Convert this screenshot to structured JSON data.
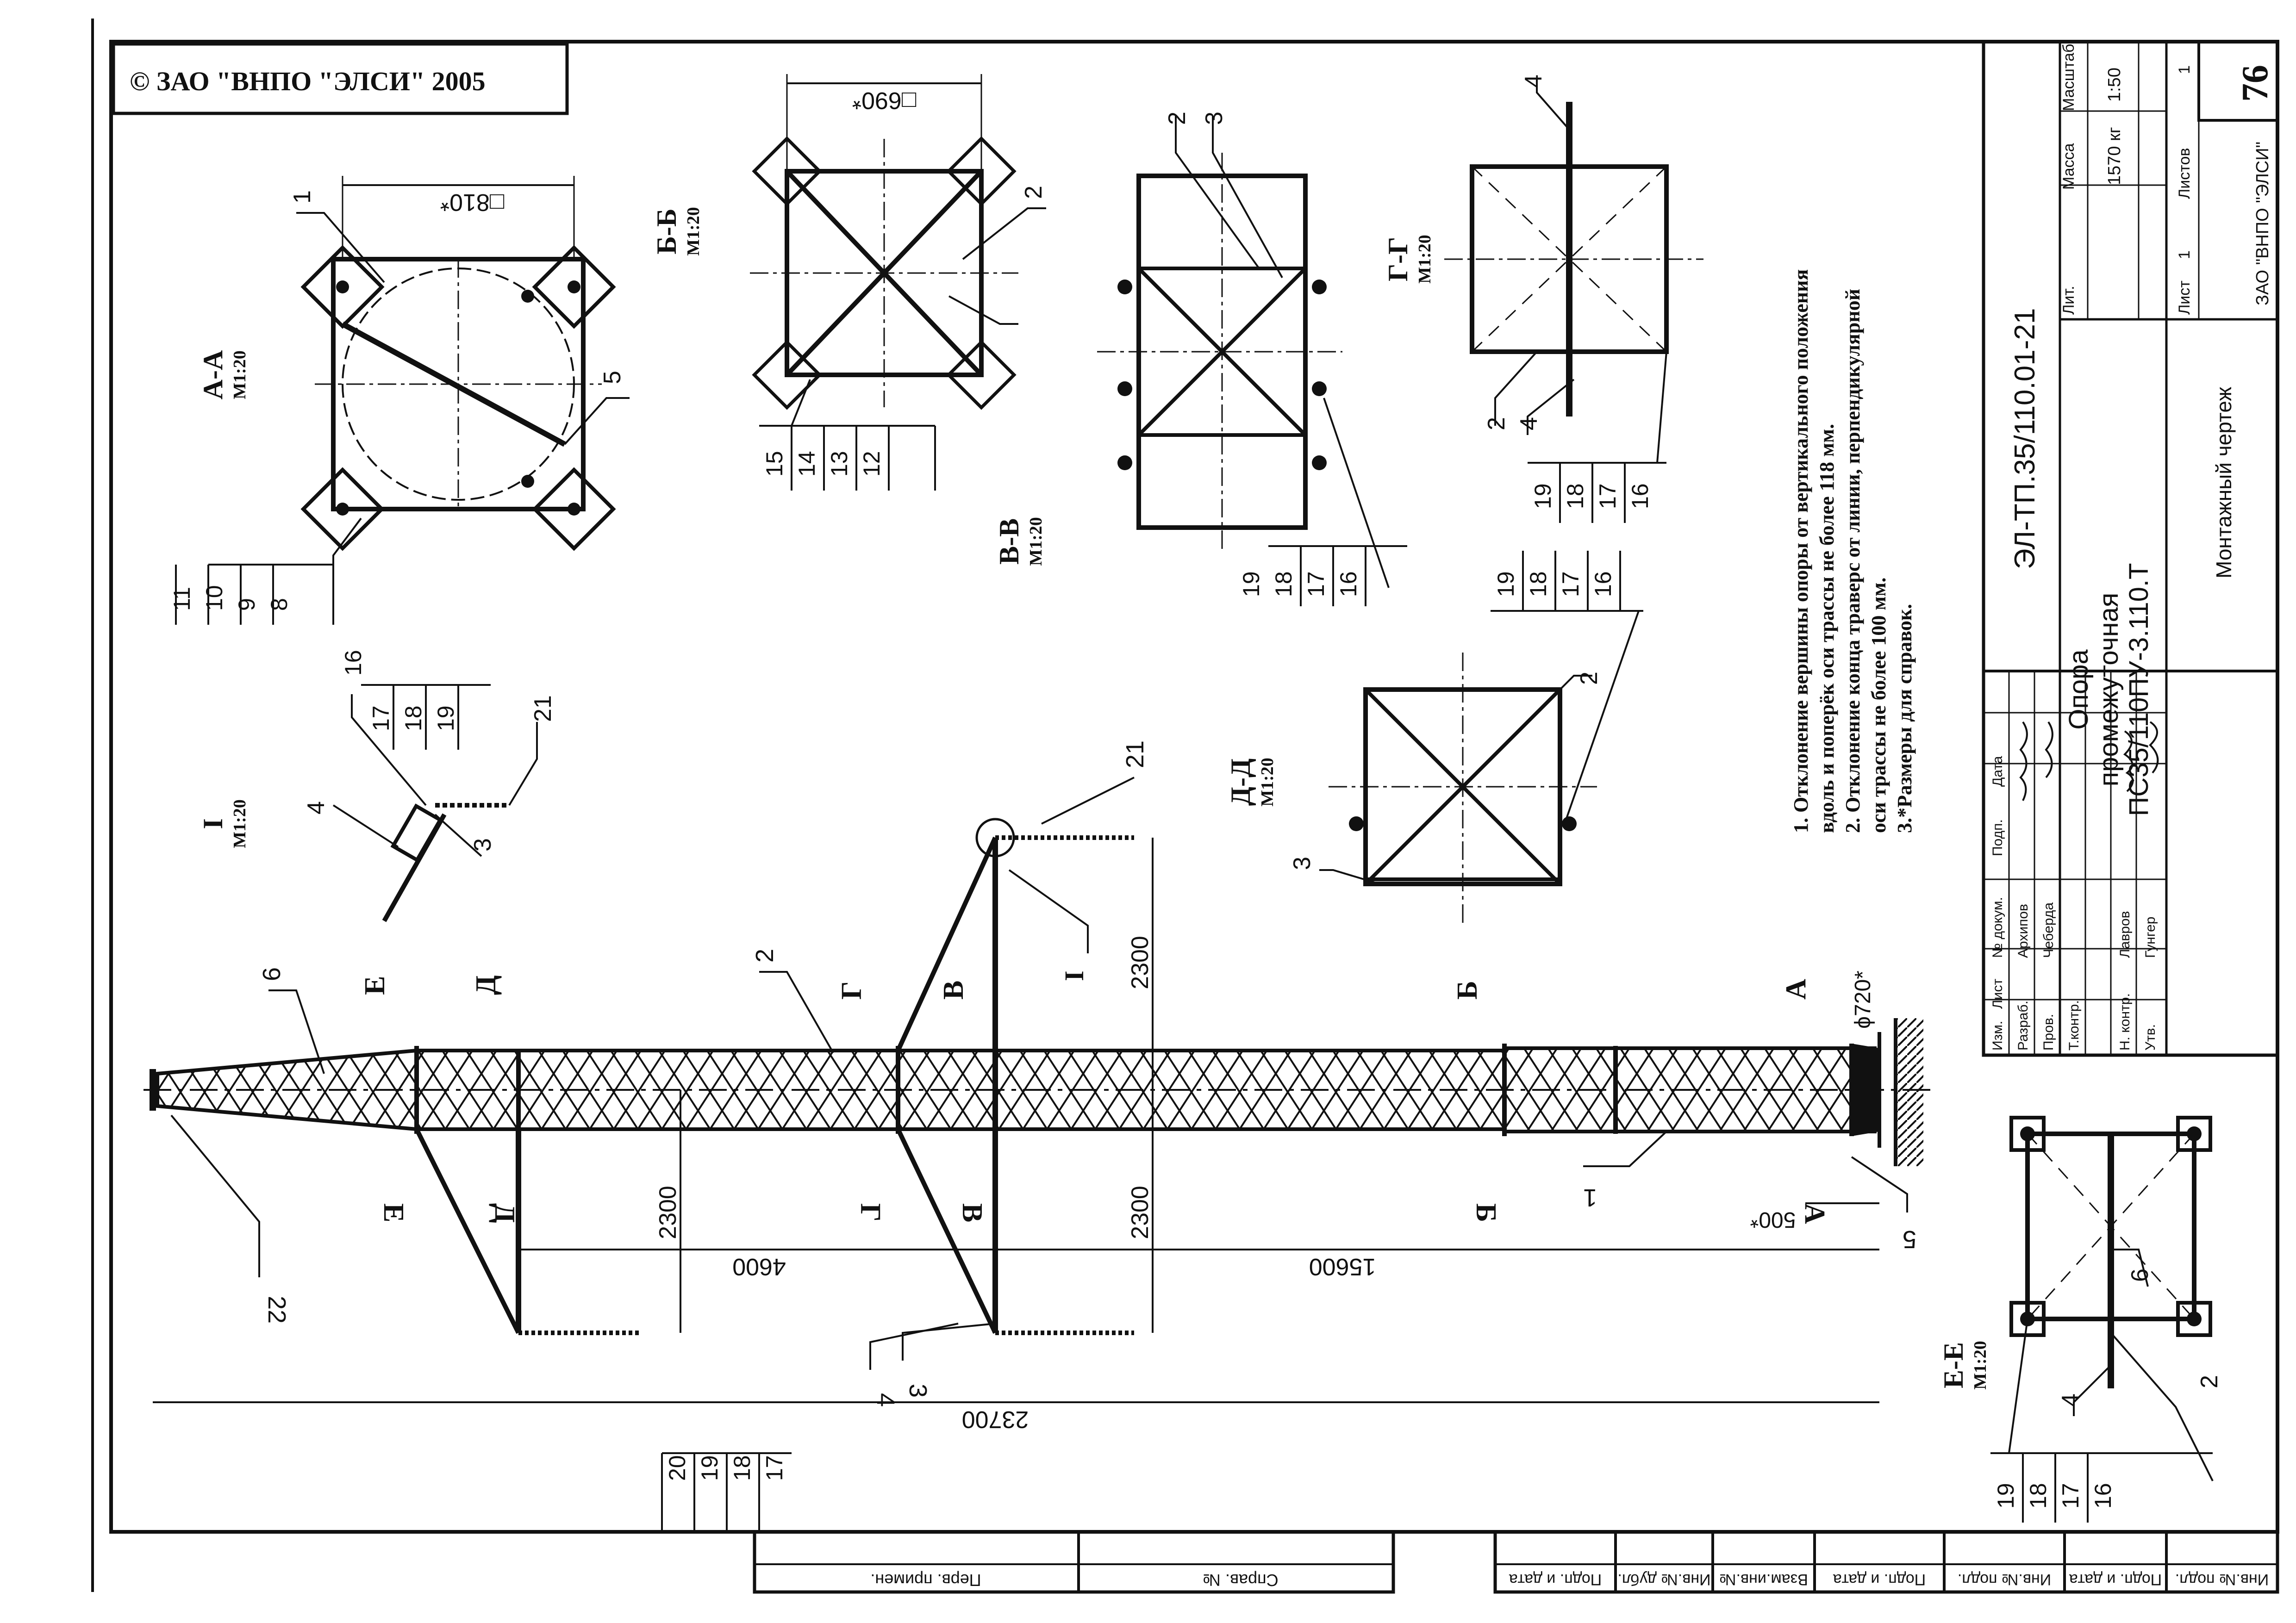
{
  "copyright": "© ЗАО \"ВНПО \"ЭЛСИ\" 2005",
  "page_number": "76",
  "title_block": {
    "code": "ЭЛ-ТП.35/110.01-21",
    "name_line1": "Опора",
    "name_line2": "промежуточная",
    "name_line3": "ПС35/110ПУ-3.110.Т",
    "drawing_type": "Монтажный чертеж",
    "company": "ЗАО \"ВНПО \"ЭЛСИ\"",
    "h_lit": "Лит.",
    "h_mass": "Масса",
    "h_scale": "Масштаб",
    "mass": "1570 кг",
    "scale": "1:50",
    "sheet_label": "Лист",
    "sheet_value": "1",
    "sheets_label": "Листов",
    "sheets_value": "1",
    "col_izm": "Изм.",
    "col_list": "Лист",
    "col_doc": "№ докум.",
    "col_sign": "Подп.",
    "col_date": "Дата",
    "row_razrab": "Разраб.",
    "row_razrab_name": "Архипов",
    "row_prov": "Пров.",
    "row_prov_name": "Чеберда",
    "row_tkontr": "Т.контр.",
    "row_nkontr": "Н. контр.",
    "row_nkontr_name": "Лавров",
    "row_utv": "Утв.",
    "row_utv_name": "Гунгер"
  },
  "notes": [
    "1. Отклонение вершины опоры от вертикального положения",
    "вдоль и поперёк оси трассы не более 118 мм.",
    "2. Отклонение конца траверс от линии, перпендикулярной",
    "оси трассы не более 100 мм.",
    "3.*Размеры для справок."
  ],
  "side_stamp": {
    "perv_primen": "Перв. примен.",
    "sprav_no": "Справ. №",
    "podp_data_1": "Подп. и дата",
    "inv_dubl": "Инв.№ дубл.",
    "vzam_inv": "Взам.инв.№",
    "podp_data_2": "Подп. и дата",
    "inv_podl": "Инв.№ подл."
  },
  "sections": {
    "aa": {
      "title": "А-А",
      "scale": "М1:20",
      "dim": "□810*"
    },
    "bb": {
      "title": "Б-Б",
      "scale": "М1:20",
      "dim": "□690*"
    },
    "vv": {
      "title": "В-В",
      "scale": "М1:20"
    },
    "gg": {
      "title": "Г-Г",
      "scale": "М1:20"
    },
    "dd": {
      "title": "Д-Д",
      "scale": "М1:20"
    },
    "ee": {
      "title": "Е-Е",
      "scale": "М1:20"
    },
    "i": {
      "title": "I",
      "scale": "М1:20"
    }
  },
  "dimensions": {
    "total": "23700",
    "lower": "15600",
    "upper": "4600",
    "arm1": "2300",
    "arm2": "2300",
    "arm3": "2300",
    "base": "500*",
    "diameter": "ϕ720*"
  },
  "callouts": {
    "aa": [
      "11",
      "10",
      "9",
      "8"
    ],
    "bb": [
      "15",
      "14",
      "13",
      "12"
    ],
    "vv": [
      "19",
      "18",
      "17",
      "16"
    ],
    "gg": [
      "19",
      "18",
      "17",
      "16"
    ],
    "dd": [
      "19",
      "18",
      "17",
      "16"
    ],
    "i": [
      "16",
      "17",
      "18",
      "19"
    ],
    "main": [
      "20",
      "19",
      "18",
      "17"
    ],
    "ee": [
      "19",
      "18",
      "17",
      "16"
    ]
  },
  "markers": {
    "n1": "1",
    "n2": "2",
    "n3": "3",
    "n4": "4",
    "n5": "5",
    "n6": "6",
    "n21": "21",
    "n22": "22",
    "a": "А",
    "b": "Б",
    "v": "В",
    "g": "Г",
    "d": "Д",
    "e": "Е",
    "i": "I"
  }
}
